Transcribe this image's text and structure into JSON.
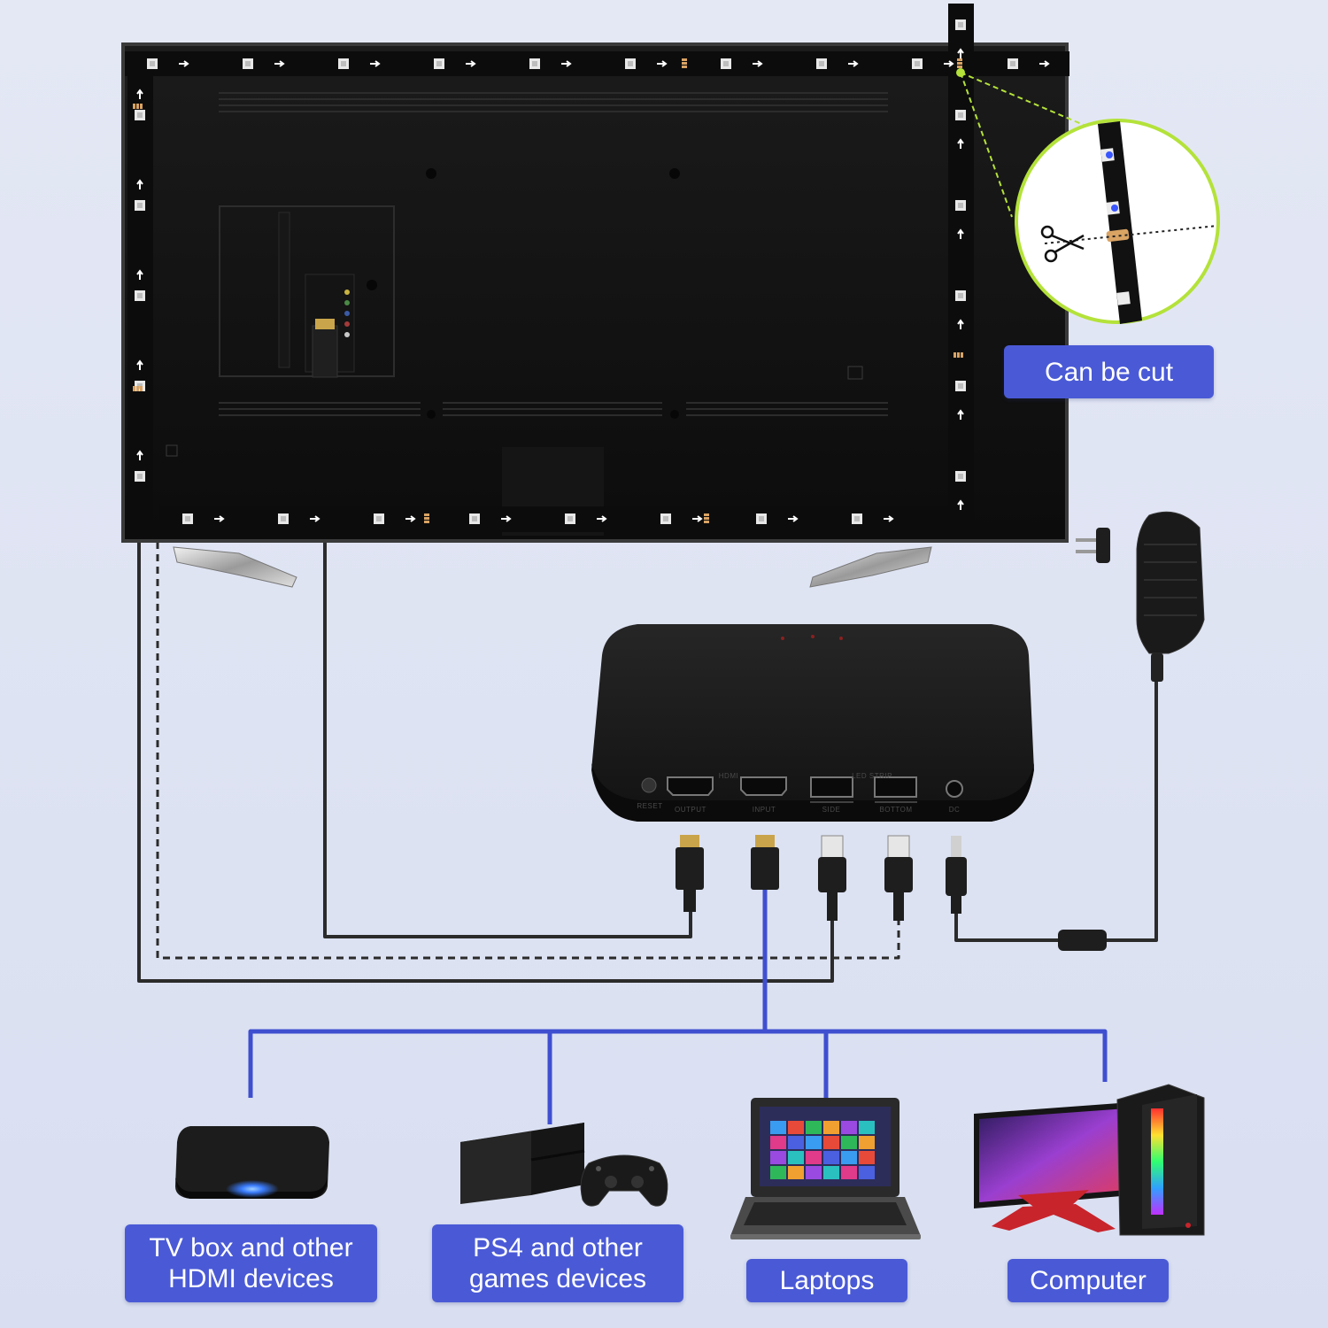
{
  "colors": {
    "background": "#dde3f3",
    "label_bg": "#4a5ad6",
    "label_text": "#ffffff",
    "blue_cable": "#3f4fd0",
    "dark_cable": "#2b2b2b",
    "cut_highlight": "#b4e23a"
  },
  "labels": {
    "can_be_cut": "Can be cut",
    "tv_box": "TV box and other\nHDMI devices",
    "ps4": "PS4 and other\ngames devices",
    "laptops": "Laptops",
    "computer": "Computer"
  },
  "hub": {
    "group_hdmi": "HDMI",
    "group_led": "LED STRIP",
    "port_reset": "RESET",
    "port_output": "OUTPUT",
    "port_input": "INPUT",
    "port_side": "SIDE",
    "port_bottom": "BOTTOM",
    "port_dc": "DC"
  },
  "icons": {
    "scissors": "scissors-icon",
    "plug": "power-adapter-icon",
    "hdmi": "hdmi-connector-icon",
    "usb": "usb-connector-icon",
    "arrow": "arrow-icon"
  }
}
